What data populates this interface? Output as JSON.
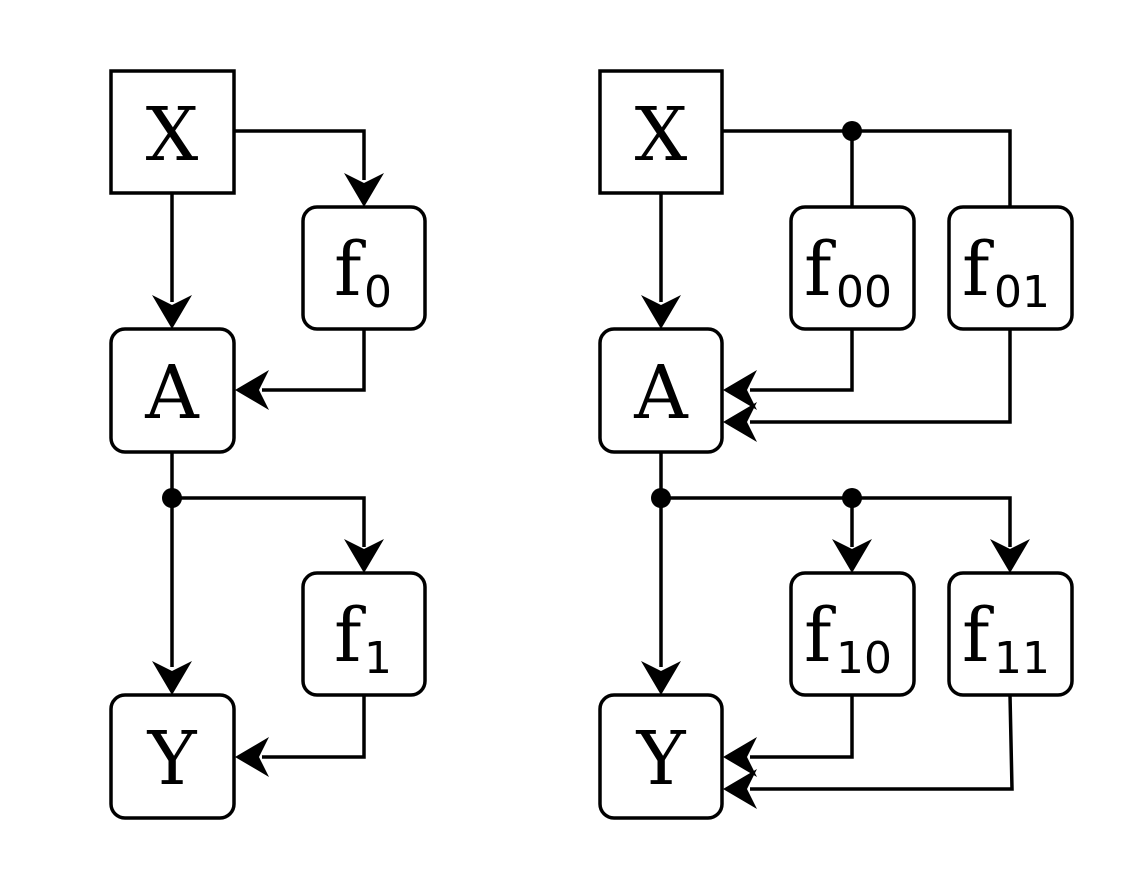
{
  "diagrams": [
    {
      "nodes": [
        {
          "id": "X",
          "main": "X",
          "sub": ""
        },
        {
          "id": "A",
          "main": "A",
          "sub": ""
        },
        {
          "id": "Y",
          "main": "Y",
          "sub": ""
        },
        {
          "id": "f0",
          "main": "f",
          "sub": "0"
        },
        {
          "id": "f1",
          "main": "f",
          "sub": "1"
        }
      ],
      "edges": [
        {
          "from": "X",
          "to": "A"
        },
        {
          "from": "X",
          "to": "f0"
        },
        {
          "from": "f0",
          "to": "A"
        },
        {
          "from": "A",
          "to": "Y"
        },
        {
          "from": "A",
          "to": "f1"
        },
        {
          "from": "f1",
          "to": "Y"
        }
      ]
    },
    {
      "nodes": [
        {
          "id": "X",
          "main": "X",
          "sub": ""
        },
        {
          "id": "A",
          "main": "A",
          "sub": ""
        },
        {
          "id": "Y",
          "main": "Y",
          "sub": ""
        },
        {
          "id": "f00",
          "main": "f",
          "sub": "00"
        },
        {
          "id": "f01",
          "main": "f",
          "sub": "01"
        },
        {
          "id": "f10",
          "main": "f",
          "sub": "10"
        },
        {
          "id": "f11",
          "main": "f",
          "sub": "11"
        }
      ],
      "edges": [
        {
          "from": "X",
          "to": "A"
        },
        {
          "from": "X",
          "to": "f00"
        },
        {
          "from": "X",
          "to": "f01"
        },
        {
          "from": "f00",
          "to": "A"
        },
        {
          "from": "f01",
          "to": "A"
        },
        {
          "from": "A",
          "to": "Y"
        },
        {
          "from": "A",
          "to": "f10"
        },
        {
          "from": "A",
          "to": "f11"
        },
        {
          "from": "f10",
          "to": "Y"
        },
        {
          "from": "f11",
          "to": "Y"
        }
      ]
    }
  ]
}
